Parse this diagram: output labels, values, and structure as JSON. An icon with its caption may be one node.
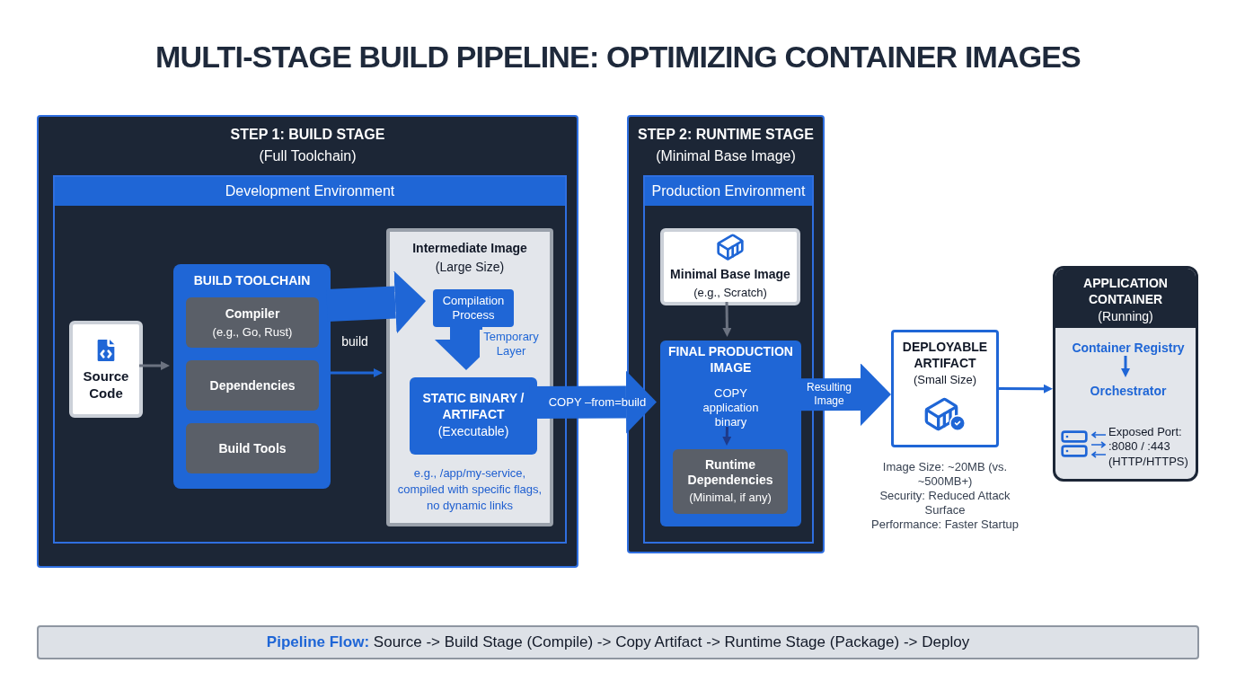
{
  "diagram": {
    "title": "MULTI-STAGE BUILD PIPELINE: OPTIMIZING CONTAINER IMAGES",
    "nodes": [
      {
        "text": [
          "STEP 1: BUILD STAGE",
          "(Full Toolchain)"
        ]
      },
      {
        "text": [
          "Development Environment"
        ],
        "in": 0
      },
      {
        "text": [
          "Source Code"
        ],
        "in": 1
      },
      {
        "text": [
          "BUILD TOOLCHAIN"
        ],
        "in": 1
      },
      {
        "text": [
          "Compiler",
          "(e.g., Go, Rust)"
        ],
        "in": 3
      },
      {
        "text": [
          "Dependencies"
        ],
        "in": 3
      },
      {
        "text": [
          "Build Tools"
        ],
        "in": 3
      },
      {
        "text": [
          "Intermediate Image",
          "(Large Size)",
          "e.g., /app/my-service, compiled with specific flags, no dynamic links"
        ],
        "in": 1
      },
      {
        "text": [
          "Compilation Process"
        ],
        "in": 7
      },
      {
        "text": [
          "STATIC BINARY / ARTIFACT",
          "(Executable)"
        ],
        "in": 7
      },
      {
        "text": [
          "STEP 2: RUNTIME STAGE",
          "(Minimal Base Image)"
        ]
      },
      {
        "text": [
          "Production Environment"
        ],
        "in": 10
      },
      {
        "text": [
          "Minimal Base Image",
          "(e.g., Scratch)"
        ],
        "in": 11
      },
      {
        "text": [
          "FINAL PRODUCTION IMAGE"
        ],
        "in": 11
      },
      {
        "text": [
          "COPY application binary"
        ],
        "in": 13
      },
      {
        "text": [
          "Runtime Dependencies",
          "(Minimal, if any)"
        ],
        "in": 13
      },
      {
        "text": [
          "DEPLOYABLE ARTIFACT",
          "(Small Size)"
        ],
        "beside": [
          "Image Size: ~20MB (vs. ~500MB+)",
          "Security: Reduced Attack Surface",
          "Performance: Faster Startup"
        ]
      },
      {
        "text": [
          "APPLICATION CONTAINER",
          "(Running)"
        ]
      },
      {
        "text": [
          "Container Registry"
        ],
        "in": 17
      },
      {
        "text": [
          "Orchestrator"
        ],
        "in": 17
      },
      {
        "text": [
          "**Pipeline Flow:** Source -> Build Stage (Compile) -> Copy Artifact -> Runtime Stage (Package) -> Deploy"
        ]
      }
    ],
    "edges": [
      {
        "from": 2,
        "to": 3,
        "arrow": "to",
        "color": "#6b7280"
      },
      {
        "from": 3,
        "to": 8,
        "arrow": "to",
        "style": "thick"
      },
      {
        "from": 3,
        "to": 7,
        "arrow": "to",
        "label": "build"
      },
      {
        "from": 8,
        "to": 9,
        "arrow": "to",
        "style": "thick",
        "label": "Temporary Layer"
      },
      {
        "from": 9,
        "to": 13,
        "arrow": "to",
        "style": "thick",
        "label": "COPY –from=build"
      },
      {
        "from": 12,
        "to": 13,
        "arrow": "to",
        "color": "#6b7280"
      },
      {
        "from": 14,
        "to": 15,
        "arrow": "to",
        "color": "#1e3a8a"
      },
      {
        "from": 13,
        "to": 16,
        "arrow": "to",
        "style": "thick",
        "label": "Resulting Image"
      },
      {
        "from": 16,
        "to": 17,
        "arrow": "to"
      },
      {
        "from": 18,
        "to": 19,
        "arrow": "to"
      }
    ],
    "labels": [
      "Exposed Port: :8080 / :443 (HTTP/HTTPS)"
    ]
  }
}
